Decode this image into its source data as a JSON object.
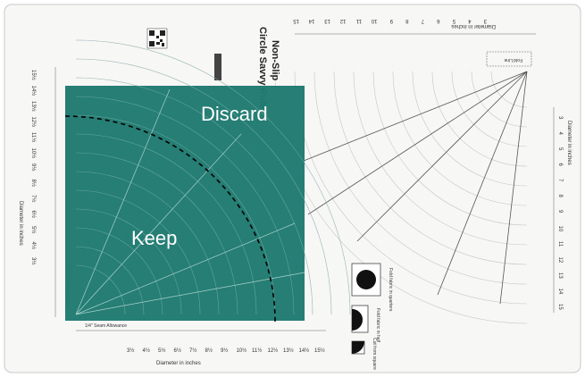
{
  "ruler": {
    "brand_title": "Non-Slip",
    "product_name": "Circle Savvy Ruler",
    "bottom_axis_title": "Diameter in inches",
    "left_axis_title": "Diameter in inches",
    "top_axis_title": "Diameter in inches",
    "right_axis_title": "Diameter in inches",
    "bottom_ticks": [
      "3½",
      "4½",
      "5½",
      "6½",
      "7½",
      "8½",
      "9½",
      "10½",
      "11½",
      "12½",
      "13½",
      "14½",
      "15½"
    ],
    "left_ticks": [
      "15½",
      "14½",
      "13½",
      "12½",
      "11½",
      "10½",
      "9½",
      "8½",
      "7½",
      "6½",
      "5½",
      "4½",
      "3½"
    ],
    "top_ticks": [
      "15",
      "14",
      "13",
      "12",
      "11",
      "10",
      "9",
      "8",
      "7",
      "6",
      "5",
      "4",
      "3"
    ],
    "right_ticks": [
      "3",
      "4",
      "5",
      "6",
      "7",
      "8",
      "9",
      "10",
      "11",
      "12",
      "13",
      "14",
      "15"
    ],
    "seam_allowance_label": "1/4\" Seam Allowance",
    "fold_label": "Fold Line",
    "fold_quarters": "Fold fabric in quarters",
    "fold_half": "Fold fabric in half",
    "cut_square": "Cut from square"
  },
  "overlay": {
    "color": "#1f7a70",
    "discard_label": "Discard",
    "keep_label": "Keep"
  }
}
